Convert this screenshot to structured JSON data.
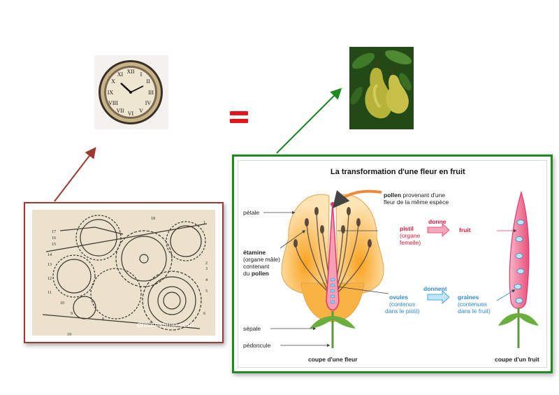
{
  "colors": {
    "accent_red": "#e3151b",
    "frame_red": "#9b3a30",
    "frame_green": "#1f8a1f",
    "pistil_pink": "#e8356a",
    "ovule_blue": "#2a8ad8"
  },
  "icons": [
    "clock-image",
    "pears-image",
    "gears-engraving",
    "flower-fruit-diagram"
  ],
  "gears": {
    "watermark": "dreamstime.com",
    "numbers": [
      "17",
      "16",
      "15",
      "14",
      "13",
      "12",
      "11",
      "10",
      "9",
      "8",
      "7",
      "6",
      "5",
      "4",
      "3",
      "2",
      "1",
      "18",
      "19"
    ]
  },
  "diagram": {
    "title": "La transformation d'une fleur en fruit",
    "petale": "pétale",
    "pollen_bold": "pollen",
    "pollen_rest": "provenant d'une",
    "pollen_line2": "fleur de la même espèce",
    "pistil": "pistil",
    "pistil_sub1": "(organe",
    "pistil_sub2": "femelle)",
    "etamine": "étamine",
    "etamine_sub1": "(organe mâle)",
    "etamine_sub2": "contenant",
    "etamine_sub3_pre": "du",
    "etamine_sub3_bold": "pollen",
    "donne": "donne",
    "fruit": "fruit",
    "ovules": "ovules",
    "ovules_sub1": "(contenus",
    "ovules_sub2": "dans le pistil)",
    "donnent": "donnent",
    "graines": "graines",
    "graines_sub1": "(contenues",
    "graines_sub2": "dans le fruit)",
    "sepale": "sépale",
    "pedoncule": "pédoncule",
    "caption_fleur": "coupe d'une fleur",
    "caption_fruit": "coupe d'un fruit"
  }
}
